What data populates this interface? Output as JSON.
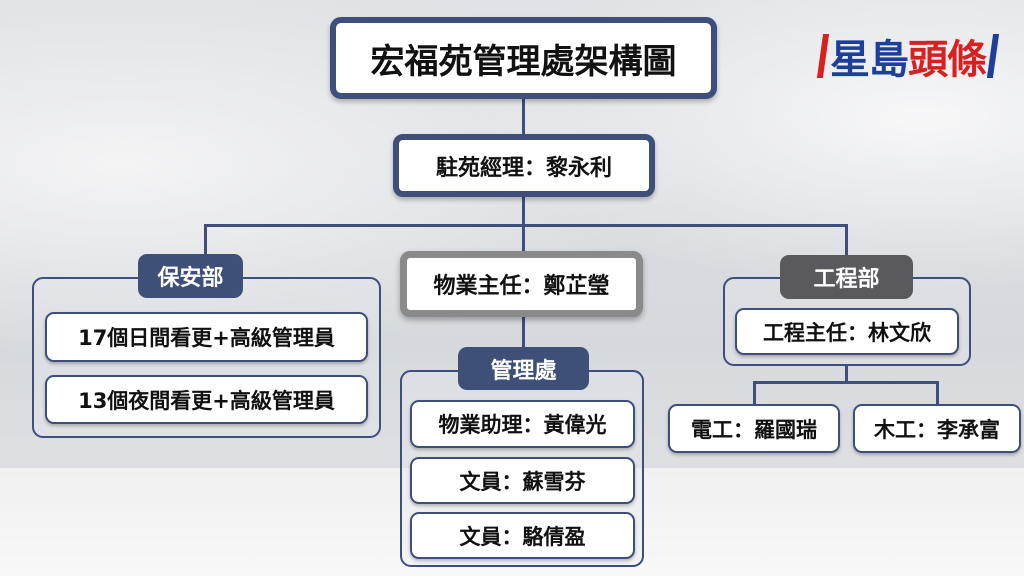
{
  "title": "宏福苑管理處架構圖",
  "logo": {
    "part1": "星島",
    "part2": "頭條",
    "colors": {
      "blue": "#1d3f9a",
      "red": "#d7201f"
    }
  },
  "manager": "駐苑經理：黎永利",
  "property_supervisor": "物業主任：鄭芷瑩",
  "security": {
    "label": "保安部",
    "items": [
      "17個日間看更+高級管理員",
      "13個夜間看更+高級管理員"
    ]
  },
  "management_office": {
    "label": "管理處",
    "items": [
      "物業助理：黃偉光",
      "文員：蘇雪芬",
      "文員：駱倩盈"
    ]
  },
  "engineering": {
    "label": "工程部",
    "head": "工程主任：林文欣",
    "staff": [
      "電工：羅國瑞",
      "木工：李承富"
    ]
  },
  "colors": {
    "navy": "#3d4f7a",
    "gray_pill": "#5a5a5e",
    "gray_border": "#8a8a8a"
  }
}
